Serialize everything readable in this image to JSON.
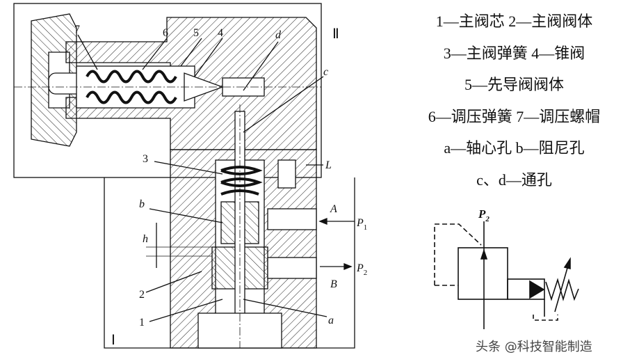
{
  "legend": [
    "1—主阀芯  2—主阀阀体",
    "3—主阀弹簧  4—锥阀",
    "5—先导阀阀体",
    "6—调压弹簧  7—调压螺帽",
    "a—轴心孔  b—阻尼孔",
    "c、d—通孔"
  ],
  "diagram_labels": {
    "n7": "7",
    "n6": "6",
    "n5": "5",
    "n4": "4",
    "d": "d",
    "region2": "Ⅱ",
    "c": "c",
    "n3": "3",
    "L": "L",
    "b": "b",
    "A": "A",
    "P1": "P",
    "P1_sub": "1",
    "h": "h",
    "P2": "P",
    "P2_sub": "2",
    "B": "B",
    "n2": "2",
    "n1": "1",
    "a": "a",
    "region1": "Ⅰ"
  },
  "symbol": {
    "P2": "P",
    "P2_sub": "2"
  },
  "watermark": "头条 @科技智能制造"
}
